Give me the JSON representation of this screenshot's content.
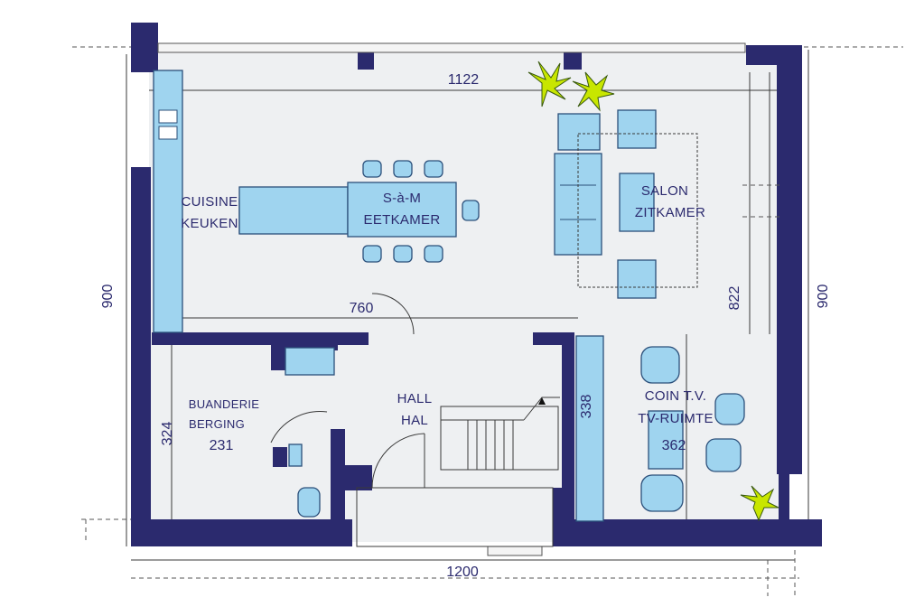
{
  "rooms": {
    "kitchen": [
      "CUISINE",
      "KEUKEN"
    ],
    "dining": [
      "S-à-M",
      "EETKAMER"
    ],
    "living": [
      "SALON",
      "ZITKAMER"
    ],
    "utility": [
      "BUANDERIE",
      "BERGING"
    ],
    "hall": [
      "HALL",
      "HAL"
    ],
    "tv": [
      "COIN T.V.",
      "TV-RUIMTE"
    ]
  },
  "dimensions": {
    "top_inner_width": "1122",
    "bottom_width": "1200",
    "left_height": "900",
    "right_height": "900",
    "living_depth": "822",
    "ground_width": "760",
    "utility_depth": "324",
    "utility_width": "231",
    "tv_depth": "338",
    "tv_width": "362"
  },
  "colors": {
    "wall": "#2b2a6e",
    "furniture": "#9fd4ef",
    "plant": "#c8e600"
  }
}
